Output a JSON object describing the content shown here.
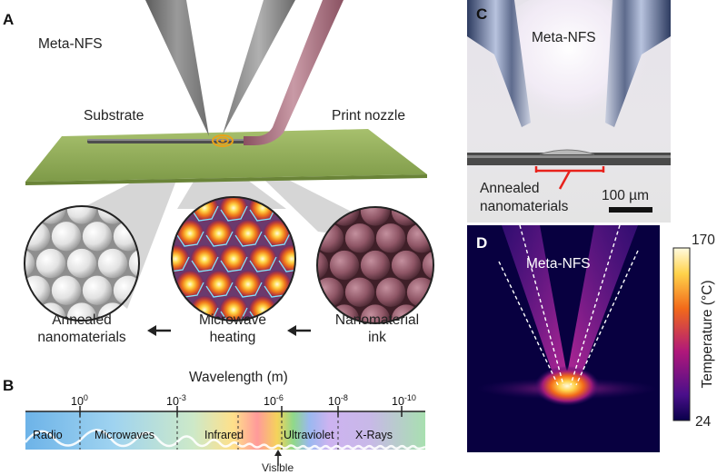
{
  "panel_a": {
    "letter": "A",
    "title": "Meta-NFS",
    "substrate_label": "Substrate",
    "nozzle_label": "Print nozzle",
    "stages": [
      {
        "line1": "Annealed",
        "line2": "nanomaterials"
      },
      {
        "line1": "Microwave",
        "line2": "heating"
      },
      {
        "line1": "Nanomaterial",
        "line2": "ink"
      }
    ]
  },
  "panel_b": {
    "letter": "B",
    "axis_title": "Wavelength (m)",
    "ticks": [
      {
        "base": "10",
        "exp": "0"
      },
      {
        "base": "10",
        "exp": "-3"
      },
      {
        "base": "10",
        "exp": "-6"
      },
      {
        "base": "10",
        "exp": "-8"
      },
      {
        "base": "10",
        "exp": "-10"
      }
    ],
    "bands": [
      "Radio",
      "Microwaves",
      "Infrared",
      "Ultraviolet",
      "X-Rays"
    ],
    "visible_label": "Visible"
  },
  "panel_c": {
    "letter": "C",
    "title": "Meta-NFS",
    "annotation_line1": "Annealed",
    "annotation_line2": "nanomaterials",
    "scale_label": "100 µm",
    "colors": {
      "bracket": "#e8221c"
    }
  },
  "panel_d": {
    "letter": "D",
    "title": "Meta-NFS",
    "colorbar_max": "170",
    "colorbar_min": "24",
    "colorbar_label": "Temperature (°C)"
  }
}
